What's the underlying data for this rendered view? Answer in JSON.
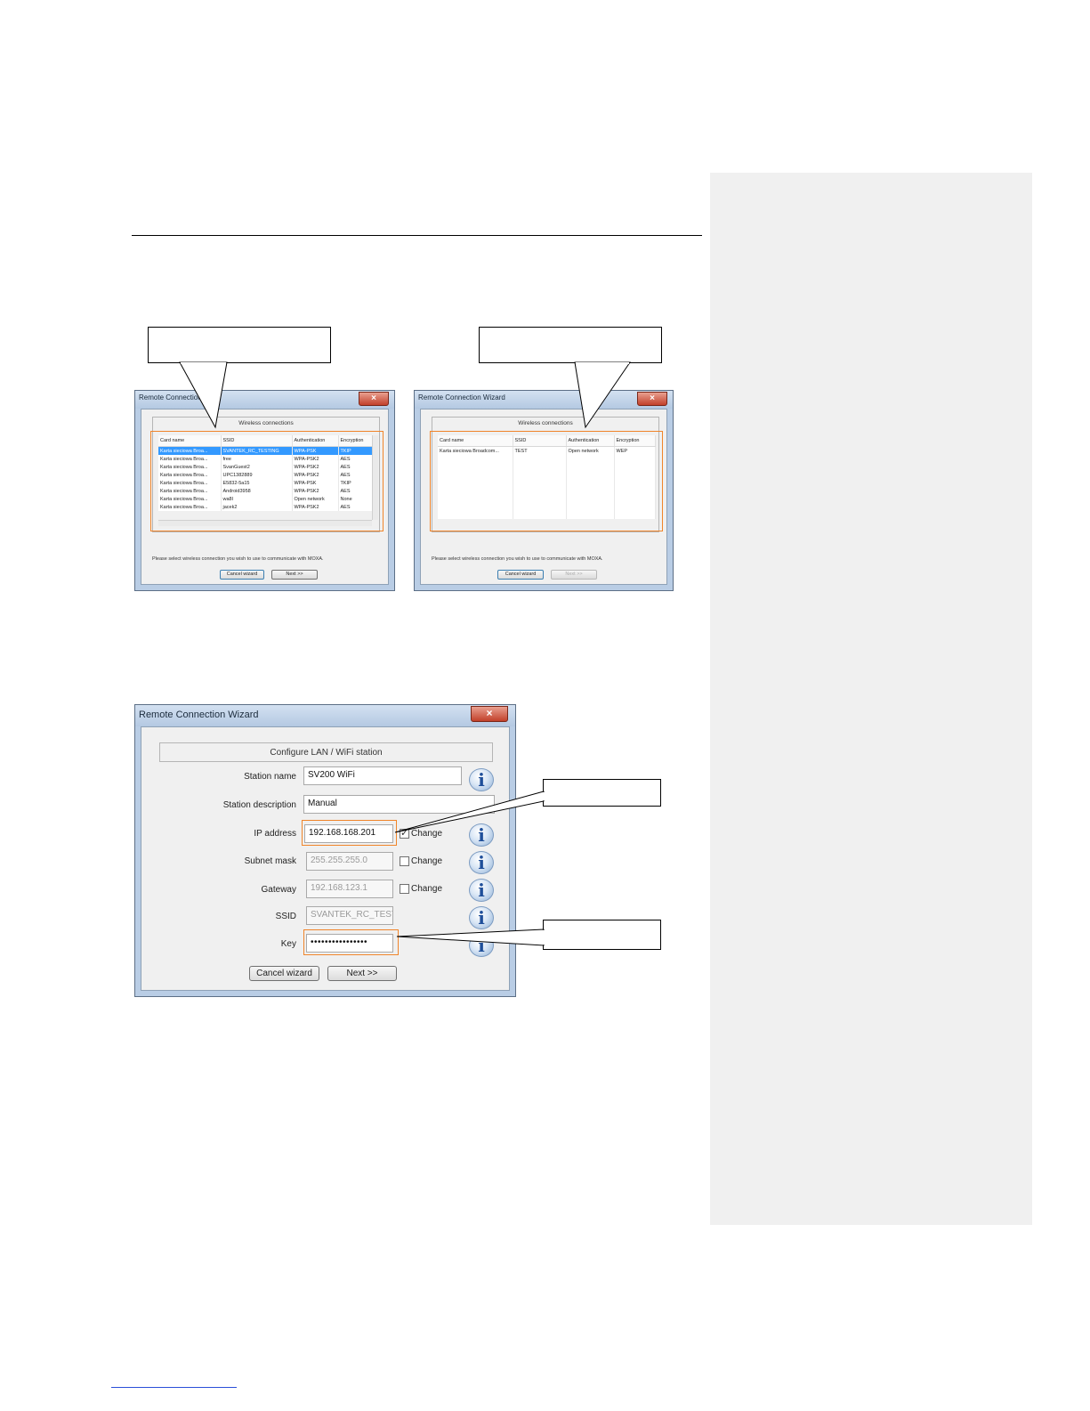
{
  "small_dialog_left": {
    "title": "Remote Connection W",
    "group_title": "Wireless connections",
    "columns": [
      "Card name",
      "SSID",
      "Authentication",
      "Encryption"
    ],
    "rows": [
      [
        "Karta sieciowa Broa...",
        "SVANTEK_RC_TESTING",
        "WPA-PSK",
        "TKIP"
      ],
      [
        "Karta sieciowa Broa...",
        "free",
        "WPA-PSK2",
        "AES"
      ],
      [
        "Karta sieciowa Broa...",
        "SvanGuest2",
        "WPA-PSK2",
        "AES"
      ],
      [
        "Karta sieciowa Broa...",
        "UPC1382889",
        "WPA-PSK2",
        "AES"
      ],
      [
        "Karta sieciowa Broa...",
        "E5832-5a15",
        "WPA-PSK",
        "TKIP"
      ],
      [
        "Karta sieciowa Broa...",
        "Android3958",
        "WPA-PSK2",
        "AES"
      ],
      [
        "Karta sieciowa Broa...",
        "wa8l",
        "Open network",
        "None"
      ],
      [
        "Karta sieciowa Broa...",
        "jacek2",
        "WPA-PSK2",
        "AES"
      ]
    ],
    "message": "Please select wireless connection you wish to use to communicate with MOXA.",
    "cancel_label": "Cancel wizard",
    "next_label": "Next >>"
  },
  "small_dialog_right": {
    "title": "Remote Connection Wizard",
    "group_title": "Wireless connections",
    "columns": [
      "Card name",
      "SSID",
      "Authentication",
      "Encryption"
    ],
    "rows": [
      [
        "Karta sieciowa Broadcom...",
        "TEST",
        "Open network",
        "WEP"
      ]
    ],
    "message": "Please select wireless connection you wish to use to communicate with MOXA.",
    "cancel_label": "Cancel wizard",
    "next_label": "Next >>"
  },
  "big_dialog": {
    "title": "Remote Connection Wizard",
    "section_title": "Configure LAN / WiFi station",
    "station_name_label": "Station name",
    "station_name_value": "SV200 WiFi",
    "station_description_label": "Station description",
    "station_description_value": "Manual",
    "ip_label": "IP address",
    "ip_value": "192.168.168.201",
    "subnet_label": "Subnet mask",
    "subnet_value": "255.255.255.0",
    "gateway_label": "Gateway",
    "gateway_value": "192.168.123.1",
    "ssid_label": "SSID",
    "ssid_value": "SVANTEK_RC_TESTIN",
    "key_label": "Key",
    "key_value": "••••••••••••••••",
    "change_label": "Change",
    "cancel_label": "Cancel wizard",
    "next_label": "Next >>",
    "info_glyph": "i"
  },
  "icons": {
    "close": "close-icon",
    "info": "info-icon",
    "checkbox": "checkbox-icon"
  },
  "colors": {
    "highlight": "#f0852a",
    "selection": "#3399ff",
    "comment_pane": "#f0f0f0"
  }
}
